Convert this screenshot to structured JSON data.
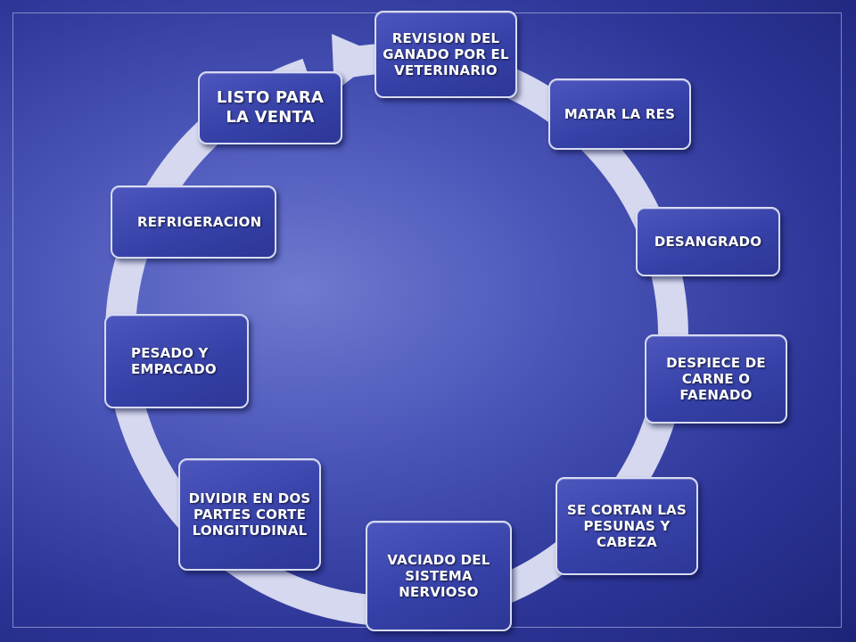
{
  "cycle": {
    "steps": [
      "REVISION DEL GANADO POR EL VETERINARIO",
      "MATAR LA RES",
      "DESANGRADO",
      "DESPIECE DE CARNE O FAENADO",
      "SE CORTAN LAS PESUNAS Y CABEZA",
      "VACIADO DEL SISTEMA NERVIOSO",
      "DIVIDIR EN DOS PARTES CORTE LONGITUDINAL",
      "PESADO Y EMPACADO",
      "REFRIGERACION",
      "LISTO PARA LA VENTA"
    ]
  },
  "colors": {
    "ring": "#d5d8ee",
    "box_fill": "#3a44ad",
    "box_border": "#d7dbf2",
    "text": "#ffffff"
  }
}
